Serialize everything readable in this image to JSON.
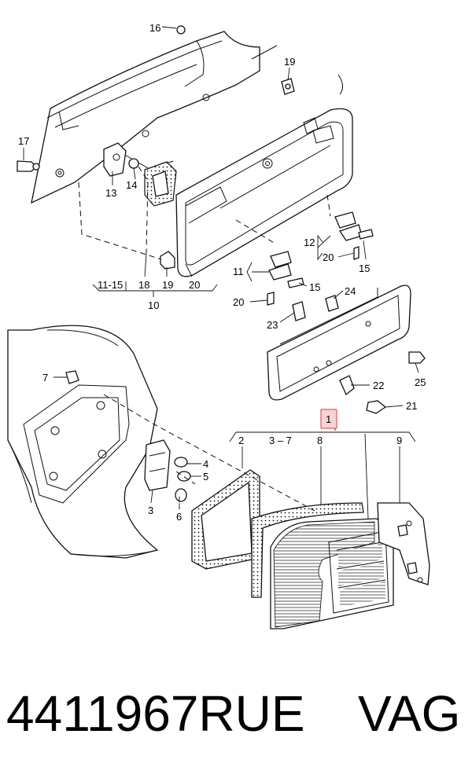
{
  "callouts": {
    "c16": "16",
    "c19a": "19",
    "c17": "17",
    "c13": "13",
    "c14": "14",
    "c12": "12",
    "c20a": "20",
    "c15a": "15",
    "c11": "11",
    "c15b": "15",
    "c20b": "20",
    "c24": "24",
    "c23": "23",
    "c25": "25",
    "c22": "22",
    "c21": "21",
    "c11_15": "11-15",
    "c18": "18",
    "c19b": "19",
    "c20c": "20",
    "c10": "10",
    "c7": "7",
    "c4": "4",
    "c5": "5",
    "c3": "3",
    "c6": "6",
    "c1": "1",
    "c2": "2",
    "c3_7": "3 – 7",
    "c8": "8",
    "c9": "9"
  },
  "footer": {
    "part_number": "4411967RUE",
    "brand": "VAG"
  },
  "colors": {
    "line": "#111111",
    "highlight_box": "#e05a5a",
    "highlight_fill": "#f6d4d4",
    "background": "#ffffff"
  }
}
